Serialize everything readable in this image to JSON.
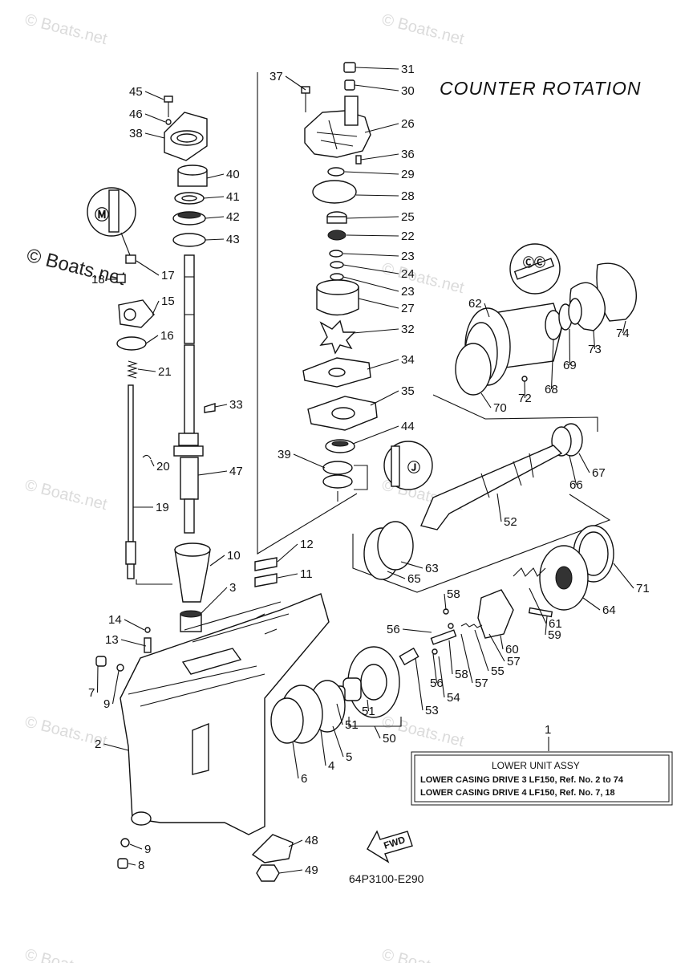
{
  "diagram": {
    "title": "COUNTER ROTATION",
    "drawing_code": "64P3100-E290",
    "watermark": "© Boats.net",
    "watermark_tiled": "© Boats.net",
    "fwd_label": "FWD",
    "legend_box": {
      "callout": "1",
      "heading": "LOWER UNIT ASSY",
      "line1": "LOWER CASING DRIVE 3 LF150, Ref. No. 2 to 74",
      "line2": "LOWER CASING DRIVE 4 LF150, Ref. No. 7, 18"
    },
    "callouts": [
      "2",
      "3",
      "4",
      "5",
      "6",
      "7",
      "8",
      "9",
      "9",
      "10",
      "11",
      "12",
      "13",
      "14",
      "15",
      "16",
      "17",
      "18",
      "19",
      "20",
      "21",
      "22",
      "23",
      "23",
      "24",
      "25",
      "26",
      "27",
      "28",
      "29",
      "30",
      "31",
      "32",
      "33",
      "34",
      "35",
      "36",
      "37",
      "38",
      "39",
      "40",
      "41",
      "42",
      "43",
      "44",
      "45",
      "46",
      "47",
      "48",
      "49",
      "50",
      "51",
      "51",
      "52",
      "53",
      "54",
      "55",
      "56",
      "56",
      "57",
      "57",
      "58",
      "58",
      "59",
      "60",
      "61",
      "62",
      "63",
      "64",
      "65",
      "66",
      "67",
      "68",
      "69",
      "70",
      "71",
      "72",
      "73",
      "74"
    ]
  }
}
